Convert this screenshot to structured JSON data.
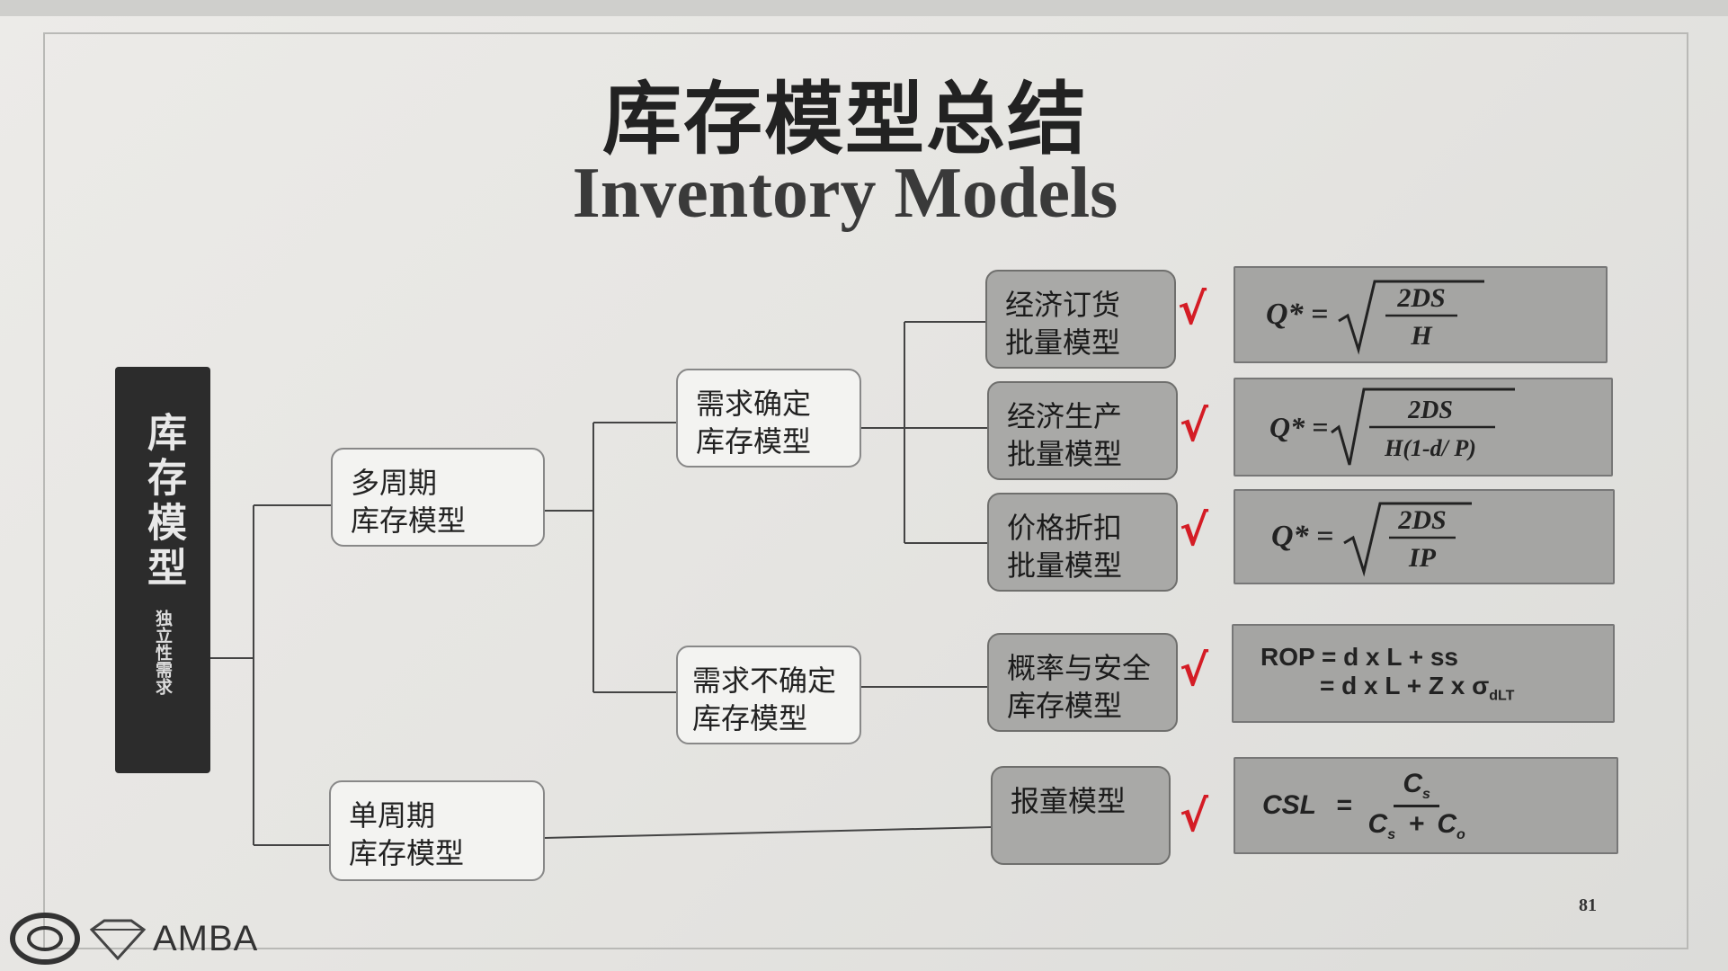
{
  "slide": {
    "title_cn": "库存模型总结",
    "title_en": "Inventory Models",
    "page_number": "81"
  },
  "root": {
    "title": "库存模型",
    "subtitle": "独立性需求"
  },
  "nodes": {
    "multi_period": [
      "多周期",
      "库存模型"
    ],
    "single_period": [
      "单周期",
      "库存模型"
    ],
    "demand_certain": [
      "需求确定",
      "库存模型"
    ],
    "demand_uncertain": [
      "需求不确定",
      "库存模型"
    ],
    "eoq": [
      "经济订货",
      "批量模型"
    ],
    "epq": [
      "经济生产",
      "批量模型"
    ],
    "discount": [
      "价格折扣",
      "批量模型"
    ],
    "probability": [
      "概率与安全",
      "库存模型"
    ],
    "newsvendor": [
      "报童模型"
    ]
  },
  "formulas": {
    "eoq": {
      "lhs": "Q* =",
      "num": "2DS",
      "den": "H"
    },
    "epq": {
      "lhs": "Q* =",
      "num": "2DS",
      "den": "H(1-d/ P)"
    },
    "discount": {
      "lhs": "Q* =",
      "num": "2DS",
      "den": "IP"
    },
    "rop": {
      "line1": "ROP = d x L + ss",
      "line2": "= d x L + Z x σ",
      "line2_sub": "dLT"
    },
    "csl": {
      "lhs": "CSL",
      "eq": "=",
      "num": "C",
      "num_sub": "s",
      "den_a": "C",
      "den_a_sub": "s",
      "den_plus": "+",
      "den_b": "C",
      "den_b_sub": "o"
    }
  },
  "check_mark": "√",
  "logo": {
    "text": "AMBA"
  },
  "colors": {
    "accent_check": "#d41c25",
    "root_bg": "#2c2c2c",
    "formula_bg": "#a5a5a3"
  }
}
